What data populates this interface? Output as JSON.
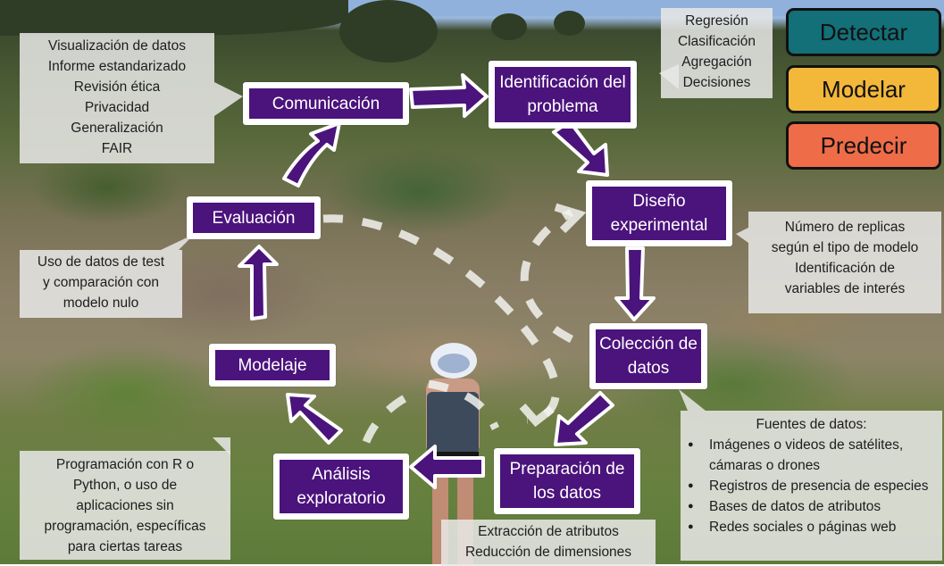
{
  "cycle": {
    "nodes": [
      {
        "id": "comunicacion",
        "label": "Comunicación"
      },
      {
        "id": "identificacion",
        "label": "Identificación del problema"
      },
      {
        "id": "diseno",
        "label": "Diseño experimental"
      },
      {
        "id": "coleccion",
        "label": "Colección de datos"
      },
      {
        "id": "preparacion",
        "label": "Preparación de los datos"
      },
      {
        "id": "analisis",
        "label": "Análisis exploratorio"
      },
      {
        "id": "modelaje",
        "label": "Modelaje"
      },
      {
        "id": "evaluacion",
        "label": "Evaluación"
      }
    ],
    "flow": [
      "comunicacion",
      "identificacion",
      "diseno",
      "coleccion",
      "preparacion",
      "analisis",
      "modelaje",
      "evaluacion",
      "comunicacion"
    ]
  },
  "notes": {
    "comunicacion": [
      "Visualización de datos",
      "Informe estandarizado",
      "Revisión ética",
      "Privacidad",
      "Generalización",
      "FAIR"
    ],
    "identificacion": [
      "Regresión",
      "Clasificación",
      "Agregación",
      "Decisiones"
    ],
    "diseno": [
      "Número de replicas",
      "según el tipo de modelo",
      "Identificación de",
      "variables de interés"
    ],
    "coleccion": {
      "title": "Fuentes de datos:",
      "items": [
        "Imágenes o videos de satélites, cámaras o drones",
        "Registros de presencia de especies",
        "Bases de datos de atributos",
        "Redes sociales o páginas web"
      ],
      "bullet_icon": "alien-icon"
    },
    "preparacion": [
      "Extracción de atributos",
      "Reducción de dimensiones"
    ],
    "modelaje": [
      "Programación con R o",
      "Python, o uso de",
      "aplicaciones sin",
      "programación, específicas",
      "para ciertas tareas"
    ],
    "evaluacion": [
      "Uso de datos de test",
      "y comparación con",
      "modelo nulo"
    ]
  },
  "legend": [
    {
      "label": "Detectar",
      "color": "#136f78"
    },
    {
      "label": "Modelar",
      "color": "#f3b73a"
    },
    {
      "label": "Predecir",
      "color": "#ee6c48"
    }
  ],
  "colors": {
    "node_fill": "#4b137c",
    "node_border": "#ffffff",
    "note_fill": "#e8e8e6"
  }
}
